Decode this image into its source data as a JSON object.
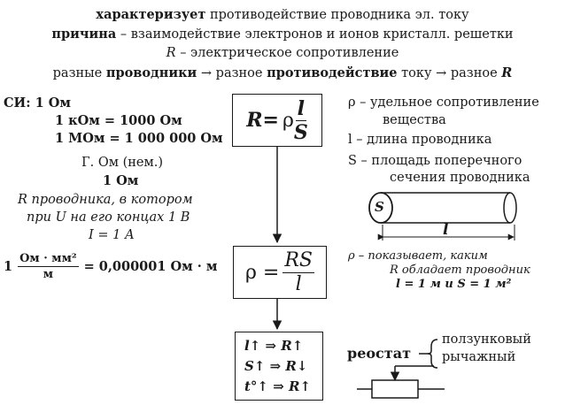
{
  "header": {
    "line1_bold": "характеризует",
    "line1_rest": "противодействие проводника эл. току",
    "line2_bold": "причина",
    "line2_rest": "– взаимодействие электронов и ионов кристалл. решетки",
    "line3_sym": "R",
    "line3_rest": "– электрическое сопротивление",
    "line4_a": "разные",
    "line4_b": "проводники",
    "line4_c": "→ разное",
    "line4_d": "противодействие",
    "line4_e": "току → разное",
    "line4_f": "R"
  },
  "units": {
    "si": "СИ: 1 Ом",
    "kohm": "1 кОм = 1000 Ом",
    "mohm": "1 МОм = 1 000 000 Ом",
    "ohm_name": "Г. Ом (нем.)",
    "one_ohm": "1 Ом",
    "def1": "R проводника, в котором",
    "def2": "при U на его концах 1 В",
    "def3": "I = 1 А",
    "conv_lead": "1",
    "conv_num": "Ом · мм²",
    "conv_den": "м",
    "conv_rest": "= 0,000001 Ом · м"
  },
  "formula1": {
    "lhs": "R=",
    "rho": "ρ",
    "num": "l",
    "den": "S"
  },
  "formula2": {
    "lhs": "ρ =",
    "num": "RS",
    "den": "l"
  },
  "dependencies": [
    "l↑ ⇒ R↑",
    "S↑ ⇒ R↓",
    "t°↑ ⇒ R↑"
  ],
  "legend": {
    "rho_line1": "ρ – удельное сопротивление",
    "rho_line2": "вещества",
    "l_line": "l – длина проводника",
    "s_line1": "S – площадь поперечного",
    "s_line2": "сечения проводника"
  },
  "cylinder": {
    "s_label": "S",
    "l_label": "l"
  },
  "rho_note": {
    "line1": "ρ – показывает, каким",
    "line2": "R обладает проводник",
    "line3": "l = 1 м и S = 1 м²"
  },
  "rheostat": {
    "label": "реостат",
    "type1": "ползунковый",
    "type2": "рычажный"
  }
}
